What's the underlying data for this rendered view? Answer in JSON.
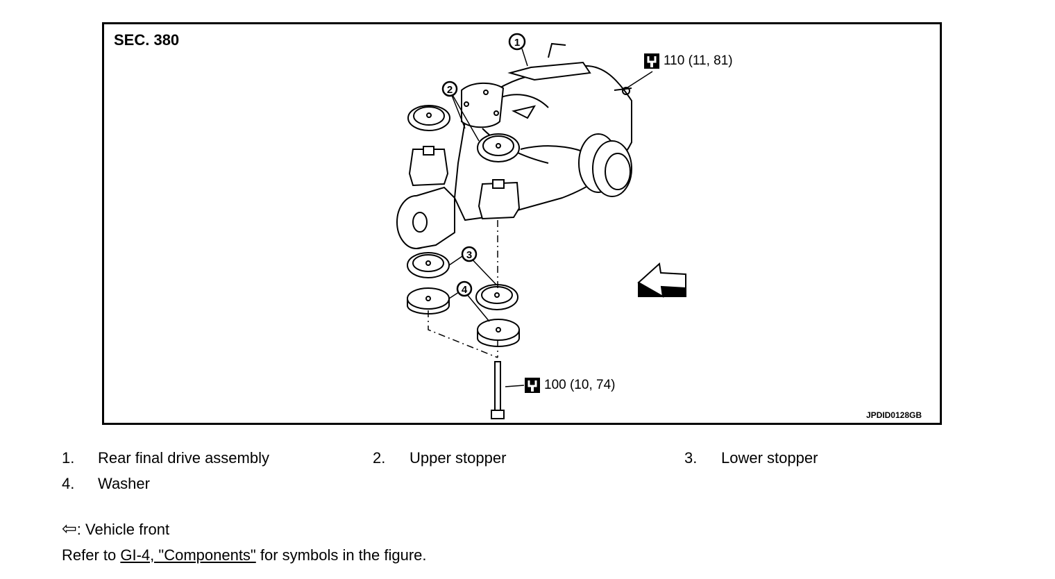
{
  "figure": {
    "section": "SEC. 380",
    "figure_id": "JPDID0128GB",
    "callouts": [
      "1",
      "2",
      "3",
      "4"
    ],
    "torque_top": "110 (11, 81)",
    "torque_bottom": "100 (10, 74)"
  },
  "legend": [
    {
      "num": "1.",
      "label": "Rear final drive assembly"
    },
    {
      "num": "2.",
      "label": "Upper stopper"
    },
    {
      "num": "3.",
      "label": "Lower stopper"
    },
    {
      "num": "4.",
      "label": "Washer"
    }
  ],
  "notes": {
    "front_symbol": "⇦",
    "front_text": ": Vehicle front",
    "refer_prefix": "Refer to ",
    "refer_link": "GI-4, \"Components\"",
    "refer_suffix": " for symbols in the figure."
  }
}
